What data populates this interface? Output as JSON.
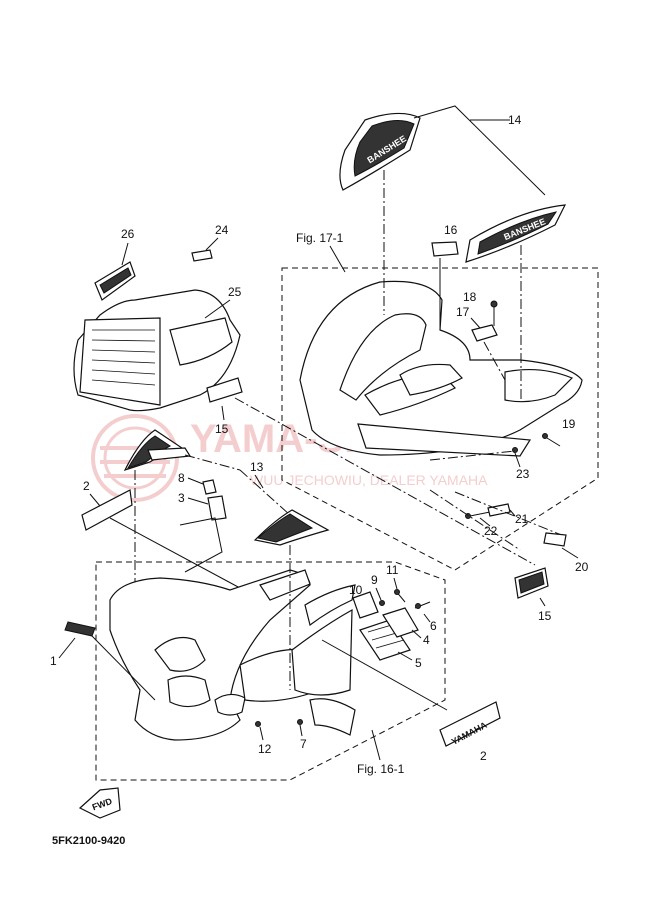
{
  "diagram": {
    "figure_refs": {
      "fig_17_1": "Fig. 17-1",
      "fig_16_1": "Fig. 16-1"
    },
    "catalog_code": "5FK2100-9420",
    "watermark": {
      "main": "YAMA-SKLEP.PL",
      "sub": "WUU JECHOWIU, DEALER YAMAHA"
    },
    "emblems": {
      "yamaha": "YAMAHA",
      "fwd": "FWD",
      "banshee": "BANSHEE",
      "banshee_side": "BANSHEE"
    },
    "callouts": [
      {
        "id": "c1",
        "label": "1"
      },
      {
        "id": "c2a",
        "label": "2"
      },
      {
        "id": "c2b",
        "label": "2"
      },
      {
        "id": "c3",
        "label": "3"
      },
      {
        "id": "c4",
        "label": "4"
      },
      {
        "id": "c5",
        "label": "5"
      },
      {
        "id": "c6",
        "label": "6"
      },
      {
        "id": "c7",
        "label": "7"
      },
      {
        "id": "c8",
        "label": "8"
      },
      {
        "id": "c9",
        "label": "9"
      },
      {
        "id": "c10",
        "label": "10"
      },
      {
        "id": "c11",
        "label": "11"
      },
      {
        "id": "c12",
        "label": "12"
      },
      {
        "id": "c13",
        "label": "13"
      },
      {
        "id": "c14",
        "label": "14"
      },
      {
        "id": "c15a",
        "label": "15"
      },
      {
        "id": "c15b",
        "label": "15"
      },
      {
        "id": "c16",
        "label": "16"
      },
      {
        "id": "c17",
        "label": "17"
      },
      {
        "id": "c18",
        "label": "18"
      },
      {
        "id": "c19",
        "label": "19"
      },
      {
        "id": "c20",
        "label": "20"
      },
      {
        "id": "c21",
        "label": "21"
      },
      {
        "id": "c22",
        "label": "22"
      },
      {
        "id": "c23",
        "label": "23"
      },
      {
        "id": "c24",
        "label": "24"
      },
      {
        "id": "c25",
        "label": "25"
      },
      {
        "id": "c26",
        "label": "26"
      }
    ]
  }
}
